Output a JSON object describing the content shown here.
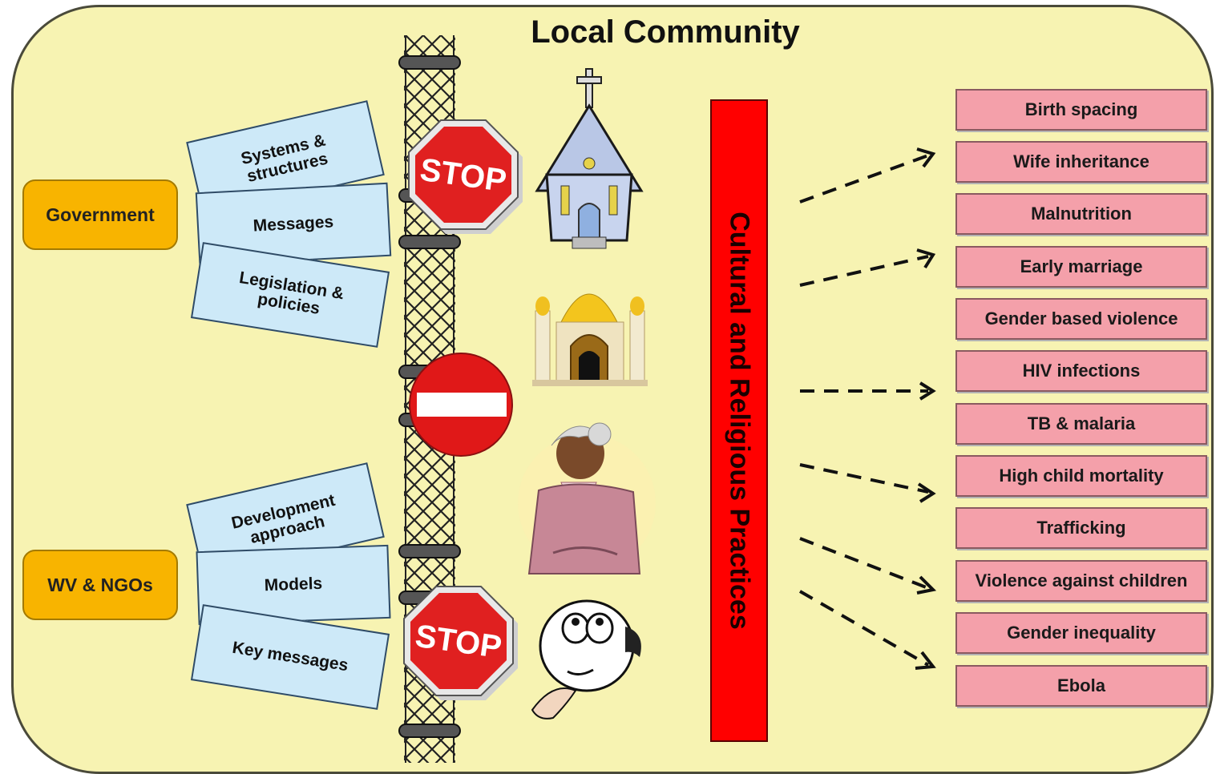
{
  "title": "Local Community",
  "actors": {
    "government": "Government",
    "ngos": "WV & NGOs"
  },
  "government_panels": [
    "Systems & structures",
    "Messages",
    "Legislation & policies"
  ],
  "ngo_panels": [
    "Development approach",
    "Models",
    "Key messages"
  ],
  "stop_sign_text": "STOP",
  "barrier_label": "Cultural and Religious Practices",
  "outcomes": [
    "Birth spacing",
    "Wife inheritance",
    "Malnutrition",
    "Early marriage",
    "Gender based violence",
    "HIV infections",
    "TB & malaria",
    "High child mortality",
    "Trafficking",
    "Violence against children",
    "Gender inequality",
    "Ebola"
  ],
  "colors": {
    "background": "#f7f3b2",
    "actor_box": "#f8b400",
    "panel": "#cde9f8",
    "barrier": "#ff0000",
    "outcome_box": "#f4a0aa"
  }
}
